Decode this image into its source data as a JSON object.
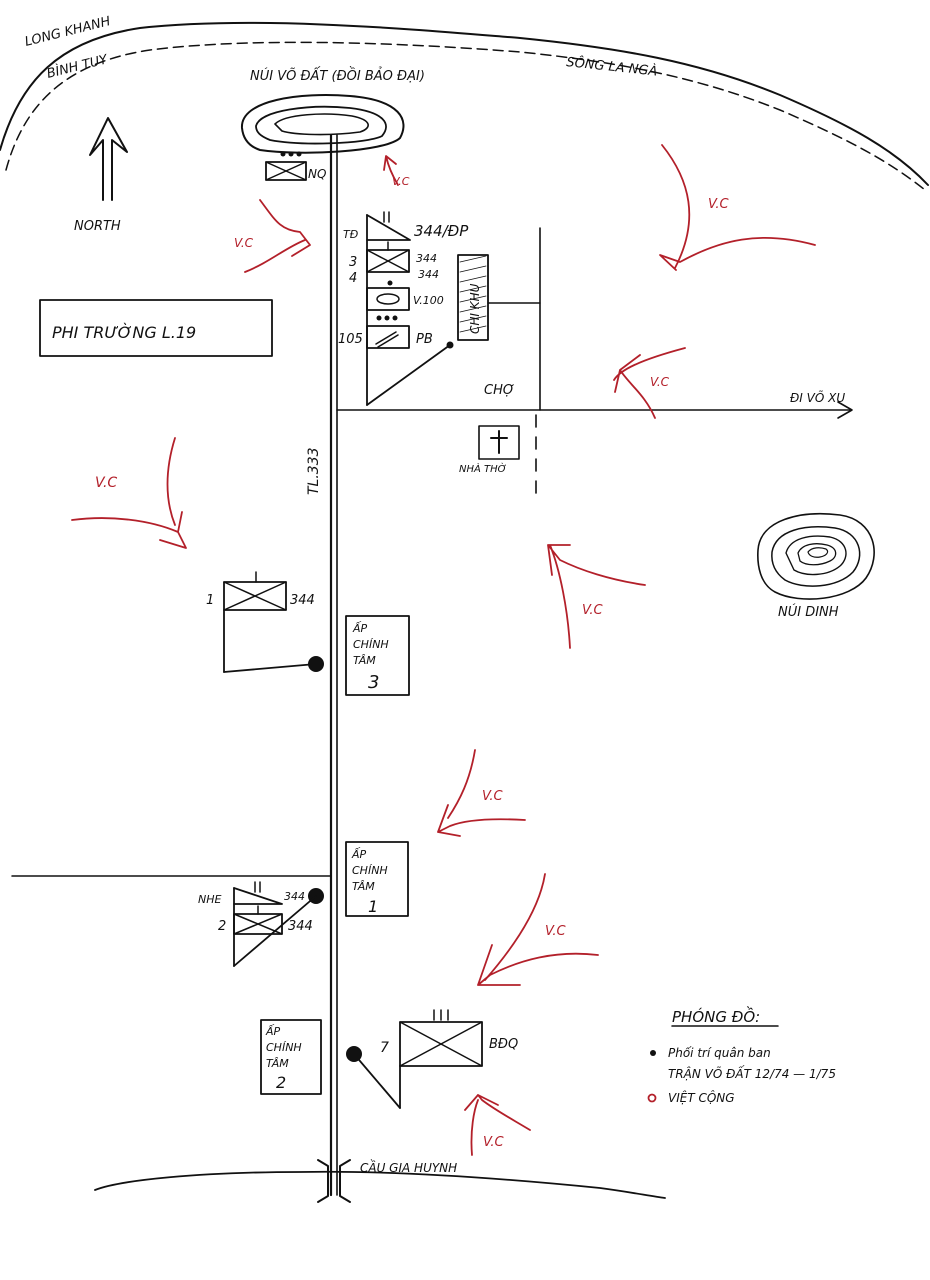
{
  "labels": {
    "long_khanh": "LONG KHANH",
    "binh_tuy": "BÌNH TUY",
    "nui_vo_dat": "NÚI VÕ ĐẤT (ĐỒI BẢO ĐẠI)",
    "song_la_nga": "SÔNG LA NGÀ",
    "north": "NORTH",
    "phi_truong": "PHI TRƯỜNG L.19",
    "nq": "NQ",
    "td": "TĐ",
    "unit_344_dp": "344/ĐP",
    "unit_344_a": "344",
    "unit_344_b": "344",
    "num_3": "3",
    "num_4": "4",
    "v100": "V.100",
    "num_105": "105",
    "pb": "PB",
    "chi_khu": "CHI KHU",
    "cho": "CHỢ",
    "di_vo_xu": "ĐI VÕ XU",
    "tl333": "TL.333",
    "nha_tho": "NHÀ THỜ",
    "nui_dinh": "NÚI DINH",
    "unit1_num": "1",
    "unit1_id": "344",
    "ap_chinh_tam_3_line1": "ẤP",
    "ap_chinh_tam_3_line2": "CHÍNH",
    "ap_chinh_tam_3_line3": "TÂM",
    "ap_chinh_tam_3_num": "3",
    "ap_chinh_tam_1_line1": "ẤP",
    "ap_chinh_tam_1_line2": "CHÍNH",
    "ap_chinh_tam_1_line3": "TÂM",
    "ap_chinh_tam_1_num": "1",
    "ap_chinh_tam_2_line1": "ẤP",
    "ap_chinh_tam_2_line2": "CHÍNH",
    "ap_chinh_tam_2_line3": "TÂM",
    "ap_chinh_tam_2_num": "2",
    "nhe": "NHE",
    "nhe_344": "344",
    "unit2_num": "2",
    "unit2_id": "344",
    "unit7_num": "7",
    "bdq": "BĐQ",
    "cau_gia_huynh": "CẦU GIA HUYNH"
  },
  "vc_label": "V.C",
  "legend": {
    "title": "PHÓNG ĐỒ:",
    "item1_line1": "Phối trí quân ban",
    "item1_line2": "TRẬN VÕ ĐẤT 12/74 — 1/75",
    "item2": "VIỆT CỘNG"
  },
  "colors": {
    "ink": "#111111",
    "vc_red": "#b3202a",
    "paper": "#ffffff"
  }
}
